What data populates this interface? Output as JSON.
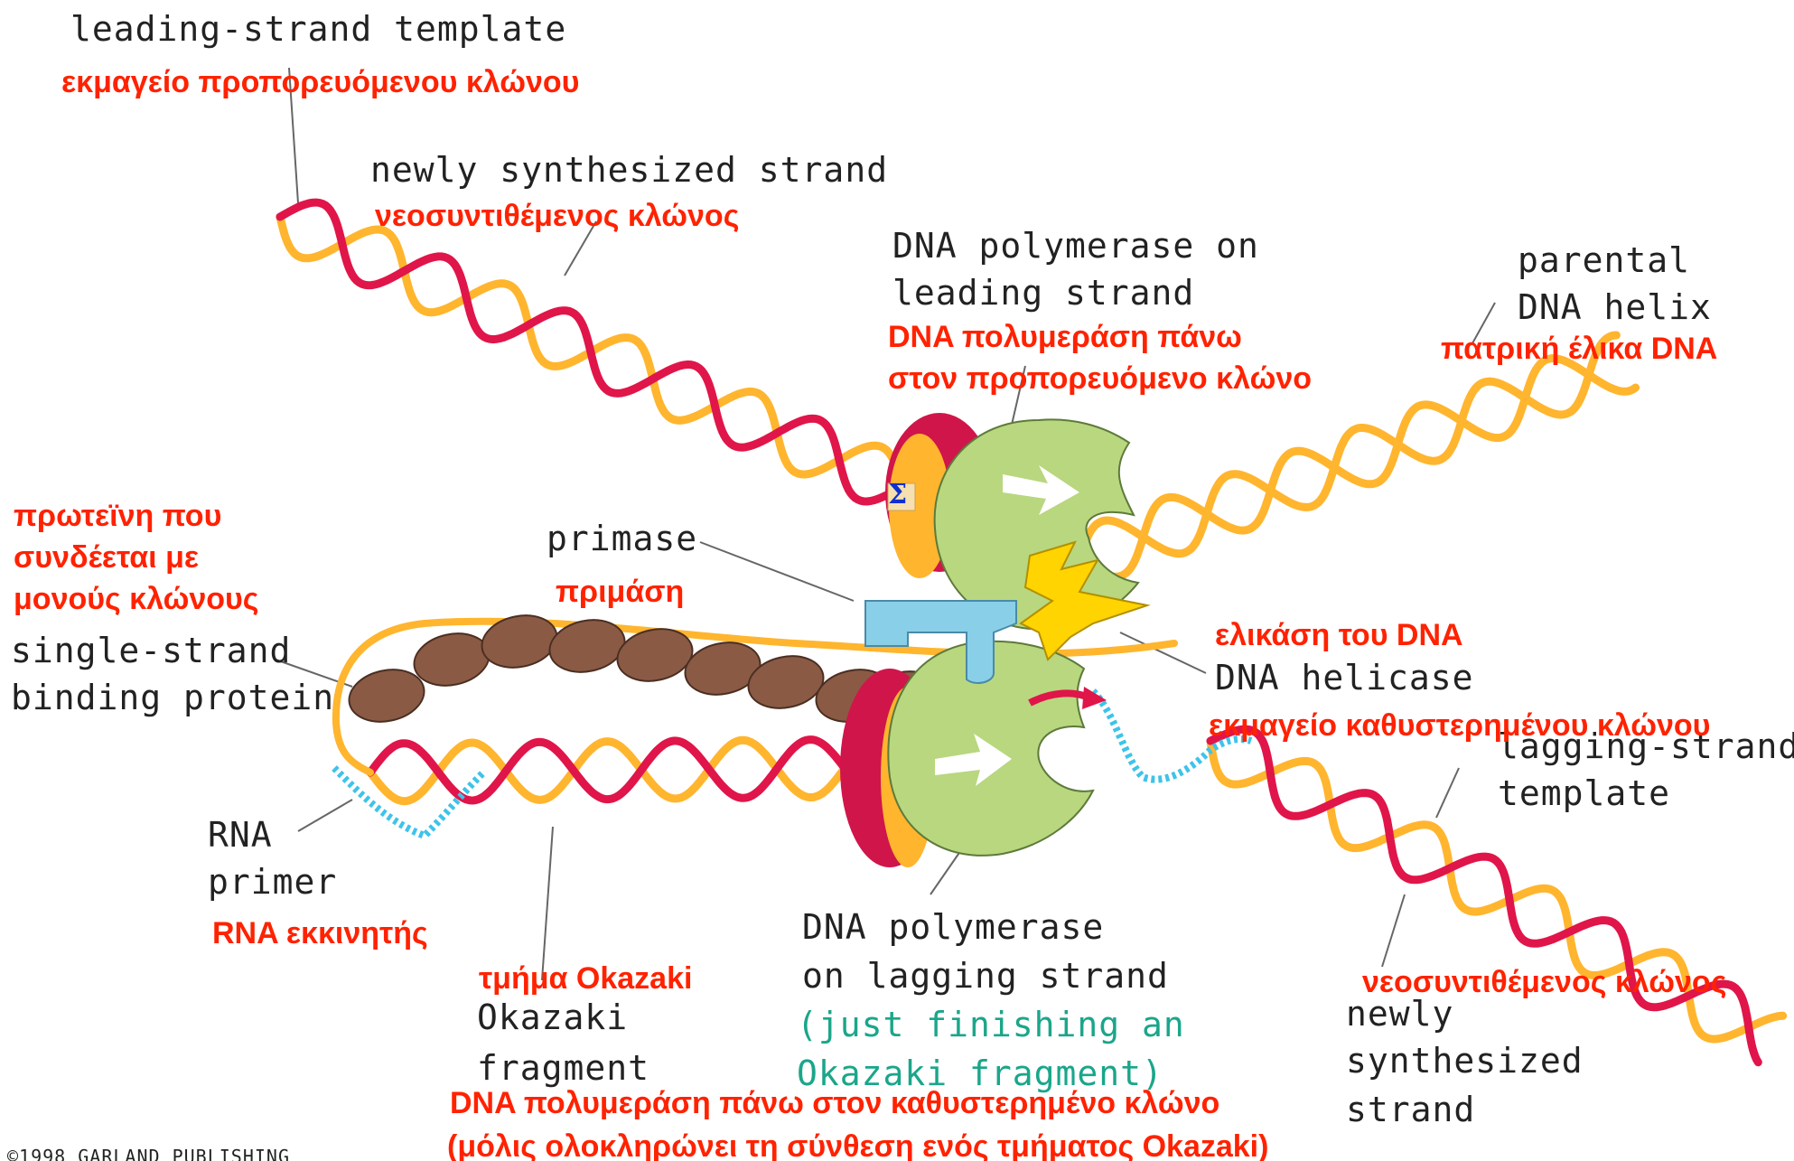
{
  "labels": {
    "leading_template_en": "leading-strand template",
    "leading_template_gr": "εκμαγείο προπορευόμενου κλώνου",
    "new_strand_top_en": "newly synthesized strand",
    "new_strand_top_gr": "νεοσυντιθέμενος κλώνος",
    "pol_leading_en_1": "DNA polymerase on",
    "pol_leading_en_2": "leading strand",
    "pol_leading_gr_1": "DNA πολυμεράση πάνω",
    "pol_leading_gr_2": "στον προπορευόμενο κλώνο",
    "parental_en_1": "parental",
    "parental_en_2": "DNA helix",
    "parental_gr": "πατρική έλικα DNA",
    "ssb_gr_1": "πρωτεϊνη που",
    "ssb_gr_2": "συνδέεται με",
    "ssb_gr_3": "μονούς κλώνους",
    "ssb_en_1": "single-strand",
    "ssb_en_2": "binding protein",
    "primase_en": "primase",
    "primase_gr": "πριμάση",
    "helicase_gr": "ελικάση του DNA",
    "helicase_en": "DNA helicase",
    "lagging_template_gr": "εκμαγείο καθυστερημένου κλώνου",
    "lagging_template_en_1": "lagging-strand",
    "lagging_template_en_2": "template",
    "rna_primer_en_1": "RNA",
    "rna_primer_en_2": "primer",
    "rna_primer_gr": "RNA εκκινητής",
    "okazaki_gr": "τμήμα Okazaki",
    "okazaki_en_1": "Okazaki",
    "okazaki_en_2": "fragment",
    "pol_lagging_en_1": "DNA polymerase",
    "pol_lagging_en_2": "on lagging strand",
    "pol_lagging_note_1": "(just finishing an",
    "pol_lagging_note_2": "Okazaki fragment)",
    "pol_lagging_gr_1": "DNA πολυμεράση πάνω στον καθυστερημένο κλώνο",
    "pol_lagging_gr_2": "(μόλις ολοκληρώνει τη σύνθεση ενός τμήματος Okazaki)",
    "new_strand_bottom_gr": "νεοσυντιθέμενος κλώνος",
    "new_strand_bottom_en_1": "newly",
    "new_strand_bottom_en_2": "synthesized",
    "new_strand_bottom_en_3": "strand",
    "copyright": "©1998 GARLAND PUBLISHING",
    "sigma": "Σ"
  },
  "colors": {
    "template_strand": "#ffb52e",
    "new_strand": "#e0154a",
    "rna_primer": "#3ec3ea",
    "polymerase": "#b8d77f",
    "clamp_outer": "#d0154a",
    "clamp_inner": "#ffb52e",
    "helicase": "#ffd400",
    "primase": "#89cfe8",
    "ssb": "#8a5a44",
    "english_text": "#222222",
    "greek_text": "#ff2200",
    "note_text": "#1aa68a"
  }
}
